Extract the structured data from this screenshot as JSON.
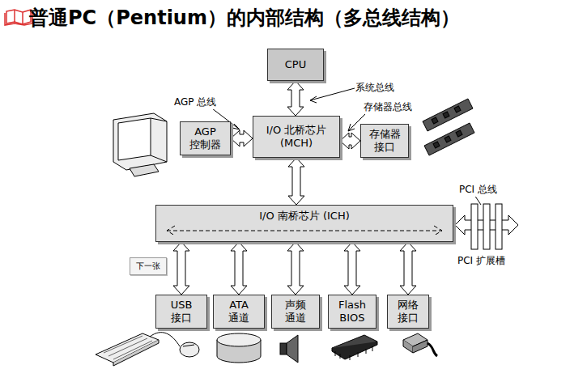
{
  "diagram": {
    "title": "普通PC（Pentium）的内部结构（多总线结构）",
    "nodes": [
      {
        "text": [
          "CPU"
        ]
      },
      {
        "text": [
          "AGP 控制器"
        ]
      },
      {
        "text": [
          "I/O 北桥芯片 (MCH)"
        ]
      },
      {
        "text": [
          "存储器 接口"
        ]
      },
      {
        "text": [
          "I/O 南桥芯片 (ICH)"
        ]
      },
      {
        "text": [
          "下一张"
        ]
      },
      {
        "text": [
          "USB 接口"
        ]
      },
      {
        "text": [
          "ATA 通道"
        ]
      },
      {
        "text": [
          "声频 通道"
        ]
      },
      {
        "text": [
          "Flash BIOS"
        ]
      },
      {
        "text": [
          "网络 接口"
        ]
      }
    ],
    "edges": [
      {
        "from": 0,
        "to": 2,
        "arrow": "both"
      },
      {
        "from": 2,
        "to": 1,
        "arrow": "both"
      },
      {
        "from": 2,
        "to": 3,
        "arrow": "both"
      },
      {
        "from": 2,
        "to": 4,
        "arrow": "both"
      },
      {
        "from": 4,
        "to": 6,
        "arrow": "both"
      },
      {
        "from": 4,
        "to": 7,
        "arrow": "both"
      },
      {
        "from": 4,
        "to": 8,
        "arrow": "both"
      },
      {
        "from": 4,
        "to": 9,
        "arrow": "both"
      },
      {
        "from": 4,
        "to": 10,
        "arrow": "both"
      }
    ],
    "labels": [
      "系统总线",
      "AGP 总线",
      "存储器总线",
      "PCI 总线",
      "PCI 扩展槽"
    ]
  }
}
